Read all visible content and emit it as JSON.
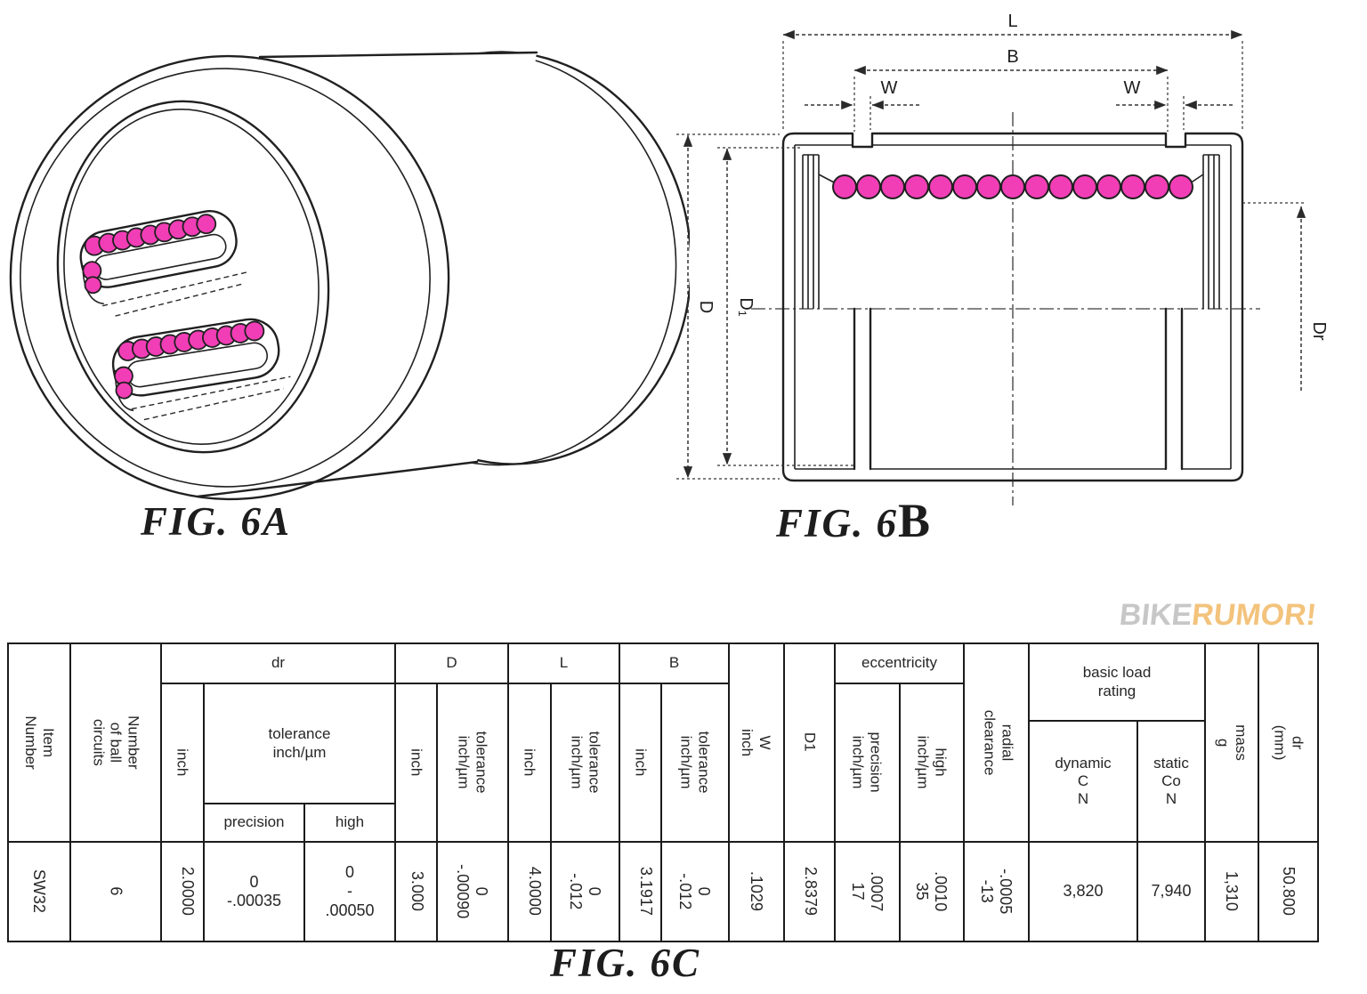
{
  "watermark": {
    "bike": "BIKE",
    "rumor": "RUMOR!"
  },
  "colors": {
    "ball": "#f13eb6",
    "ink": "#222222",
    "watermark_gray": "#c7c7c7",
    "watermark_orange": "#f3c37c"
  },
  "fig6a": {
    "caption": "FIG. 6A"
  },
  "fig6b": {
    "caption_prefix": "FIG. 6",
    "caption_suffix": "B",
    "dims": {
      "L": "L",
      "B": "B",
      "W_left": "W",
      "W_right": "W",
      "D": "D",
      "D1": "D₁",
      "Dr": "Dr"
    }
  },
  "fig6c": {
    "caption": "FIG. 6C"
  },
  "table": {
    "item": {
      "header": "Item\nNumber",
      "value": "SW32"
    },
    "circuits": {
      "header": "Number\nof ball\ncircuits",
      "value": "6"
    },
    "dr": {
      "group": "dr",
      "inch_header": "inch",
      "inch_value": "2.0000",
      "tol_header": "tolerance\ninch/µm",
      "precision_header": "precision",
      "high_header": "high",
      "precision_value": "0\n-.00035",
      "high_value": "0\n-\n.00050"
    },
    "D": {
      "group": "D",
      "inch_header": "inch",
      "tol_header": "tolerance\ninch/µm",
      "inch_value": "3.000",
      "tol_value": "0\n-.00090"
    },
    "L": {
      "group": "L",
      "inch_header": "inch",
      "tol_header": "tolerance\ninch/µm",
      "inch_value": "4.0000",
      "tol_value": "0\n-.012"
    },
    "B": {
      "group": "B",
      "inch_header": "inch",
      "tol_header": "tolerance\ninch/µm",
      "inch_value": "3.1917",
      "tol_value": "0\n-.012"
    },
    "W": {
      "header": "W\ninch",
      "value": ".1029"
    },
    "D1": {
      "header": "D1",
      "value": "2.8379"
    },
    "ecc": {
      "group": "eccentricity",
      "precision_header": "precision\ninch/µm",
      "high_header": "high\ninch/µm",
      "precision_value": ".0007\n17",
      "high_value": ".0010\n35"
    },
    "radial": {
      "header": "radial\nclearance",
      "value": "-.0005\n-13"
    },
    "load": {
      "group": "basic load\nrating",
      "dynamic_header": "dynamic\nC\nN",
      "static_header": "static\nCo\nN",
      "dynamic_value": "3,820",
      "static_value": "7,940"
    },
    "mass": {
      "header": "mass\ng",
      "value": "1,310"
    },
    "dr_mm": {
      "header": "dr\n(mm)",
      "value": "50.800"
    }
  }
}
